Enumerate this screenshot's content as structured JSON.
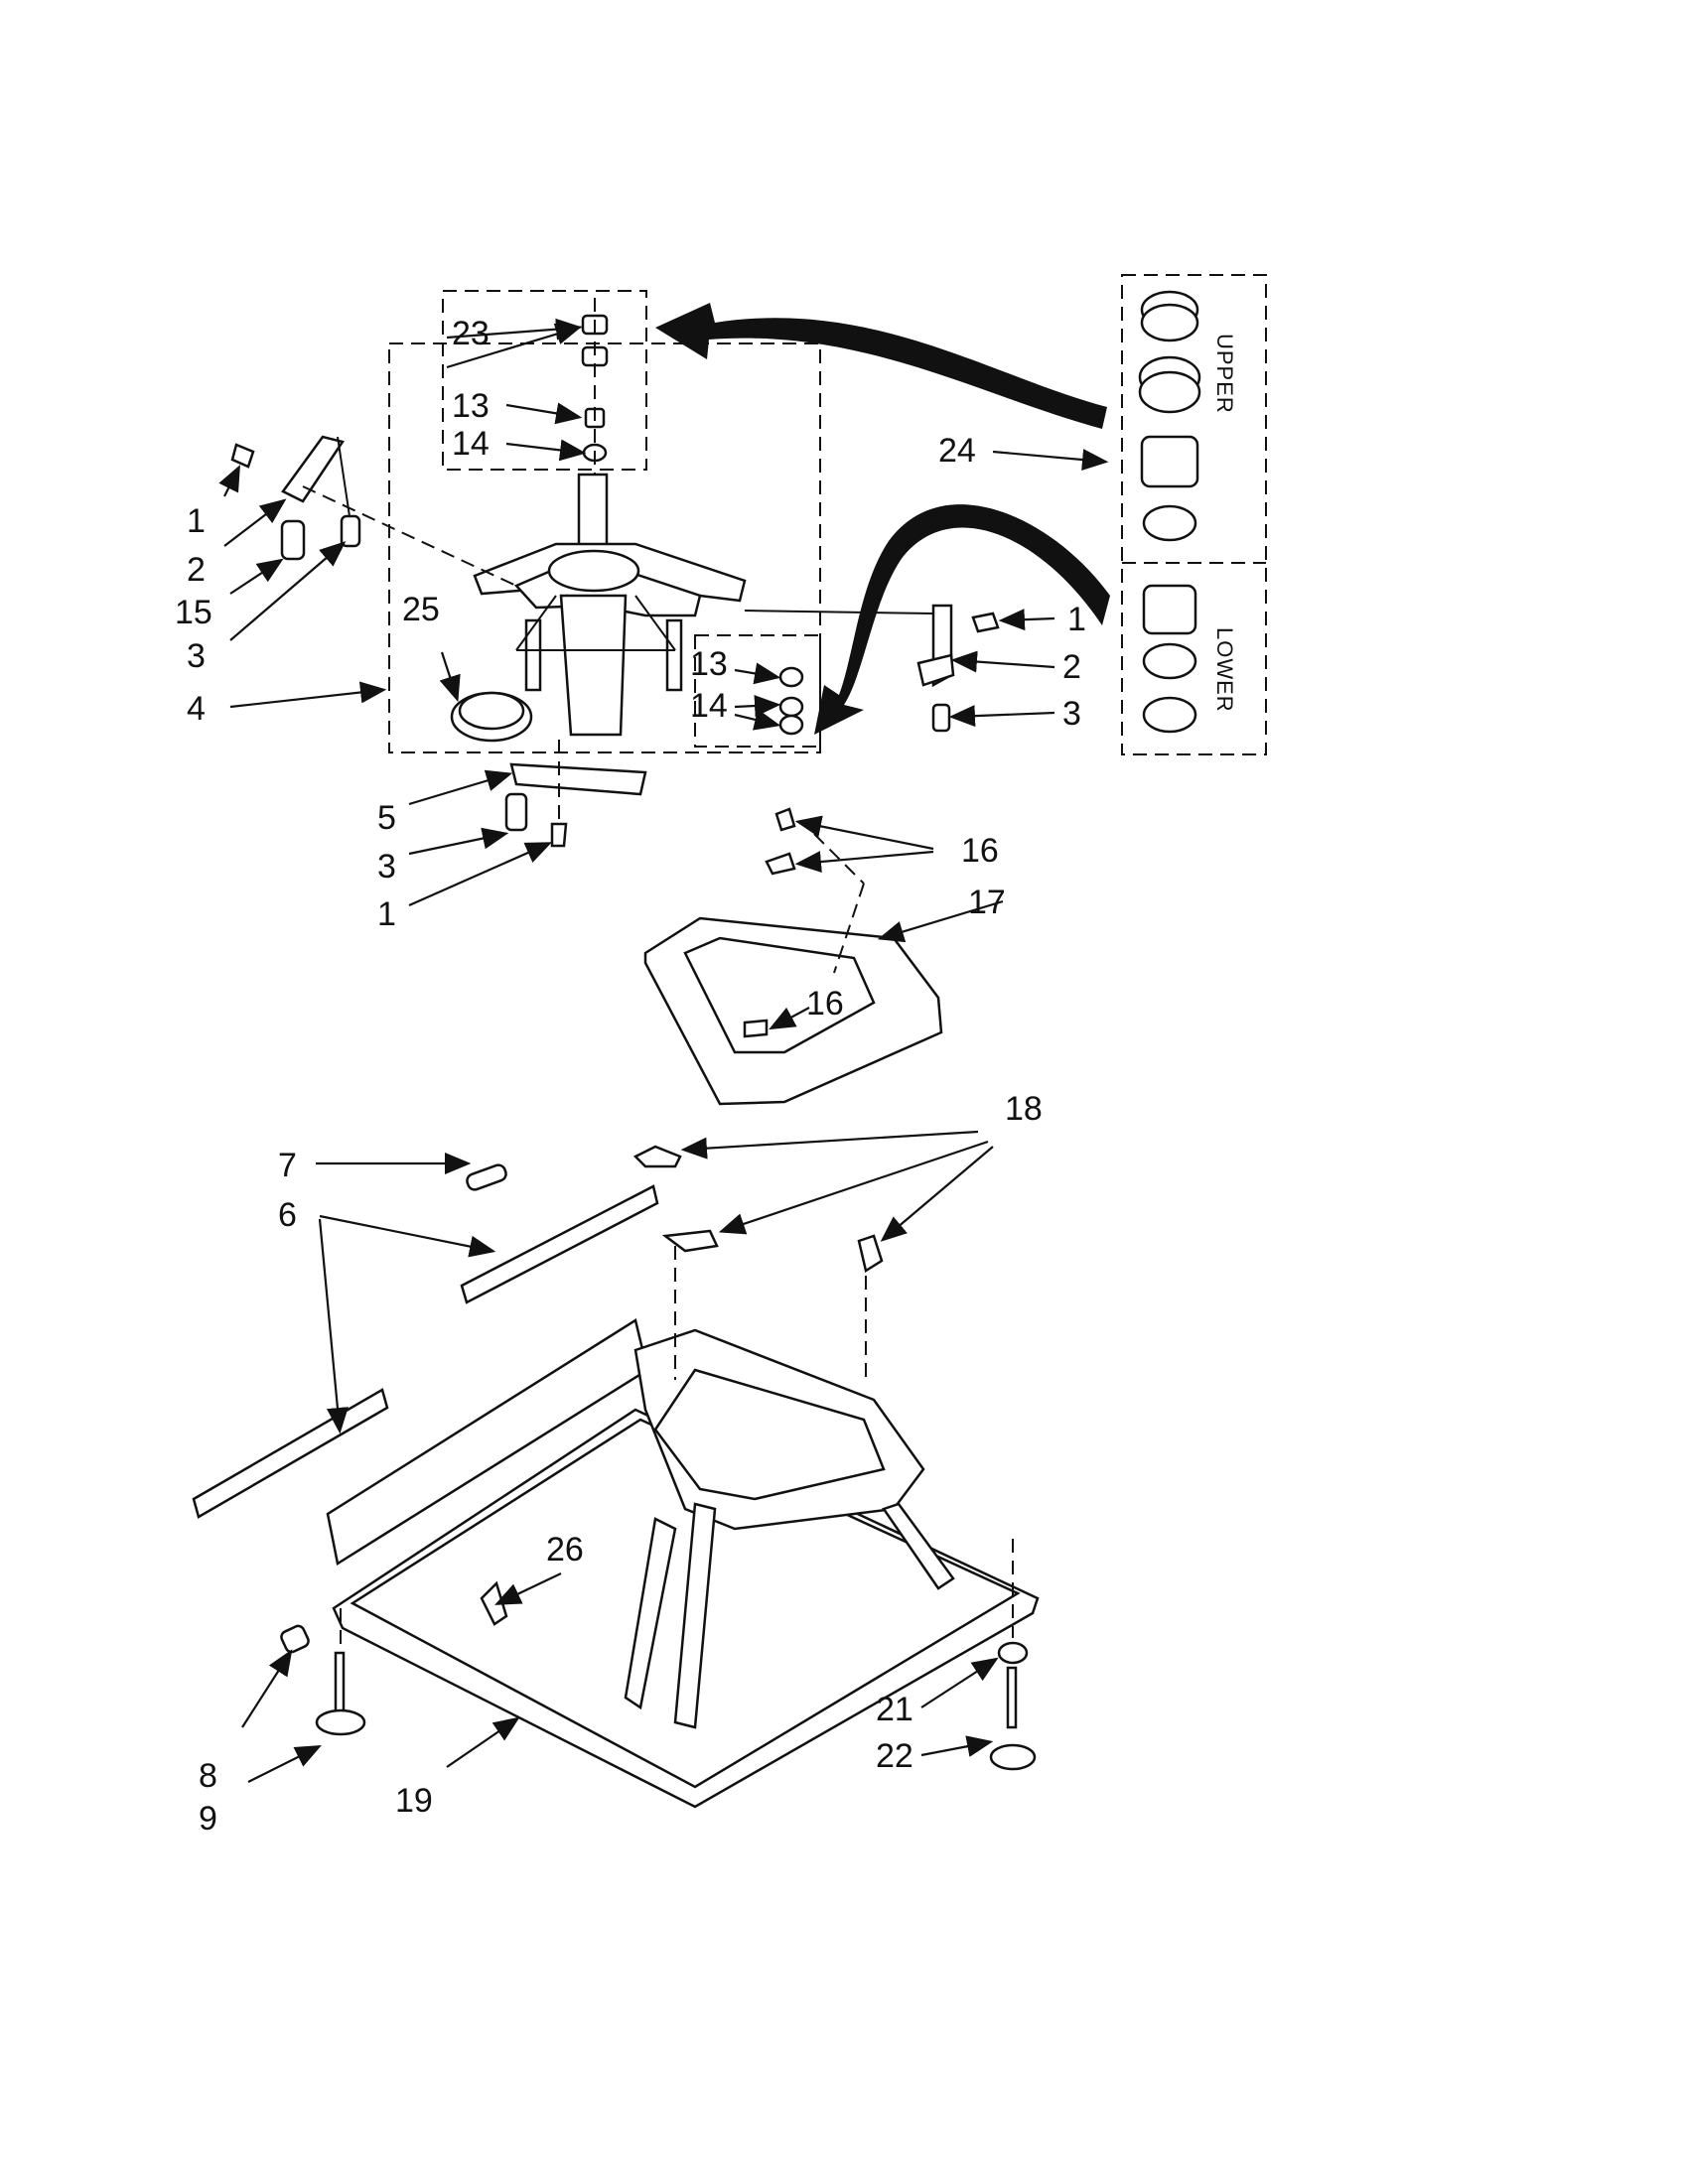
{
  "callouts": {
    "c1a": "1",
    "c2a": "2",
    "c15": "15",
    "c3a": "3",
    "c4": "4",
    "c25": "25",
    "c23": "23",
    "c13a": "13",
    "c14a": "14",
    "c13b": "13",
    "c14b": "14",
    "c24": "24",
    "c1b": "1",
    "c2b": "2",
    "c3b": "3",
    "c5": "5",
    "c3c": "3",
    "c1c": "1",
    "c16a": "16",
    "c17": "17",
    "c16b": "16",
    "c18": "18",
    "c7": "7",
    "c6": "6",
    "c26": "26",
    "c8": "8",
    "c9": "9",
    "c19": "19",
    "c21": "21",
    "c22": "22"
  },
  "kit_panel": {
    "upper": "UPPER",
    "lower": "LOWER"
  }
}
